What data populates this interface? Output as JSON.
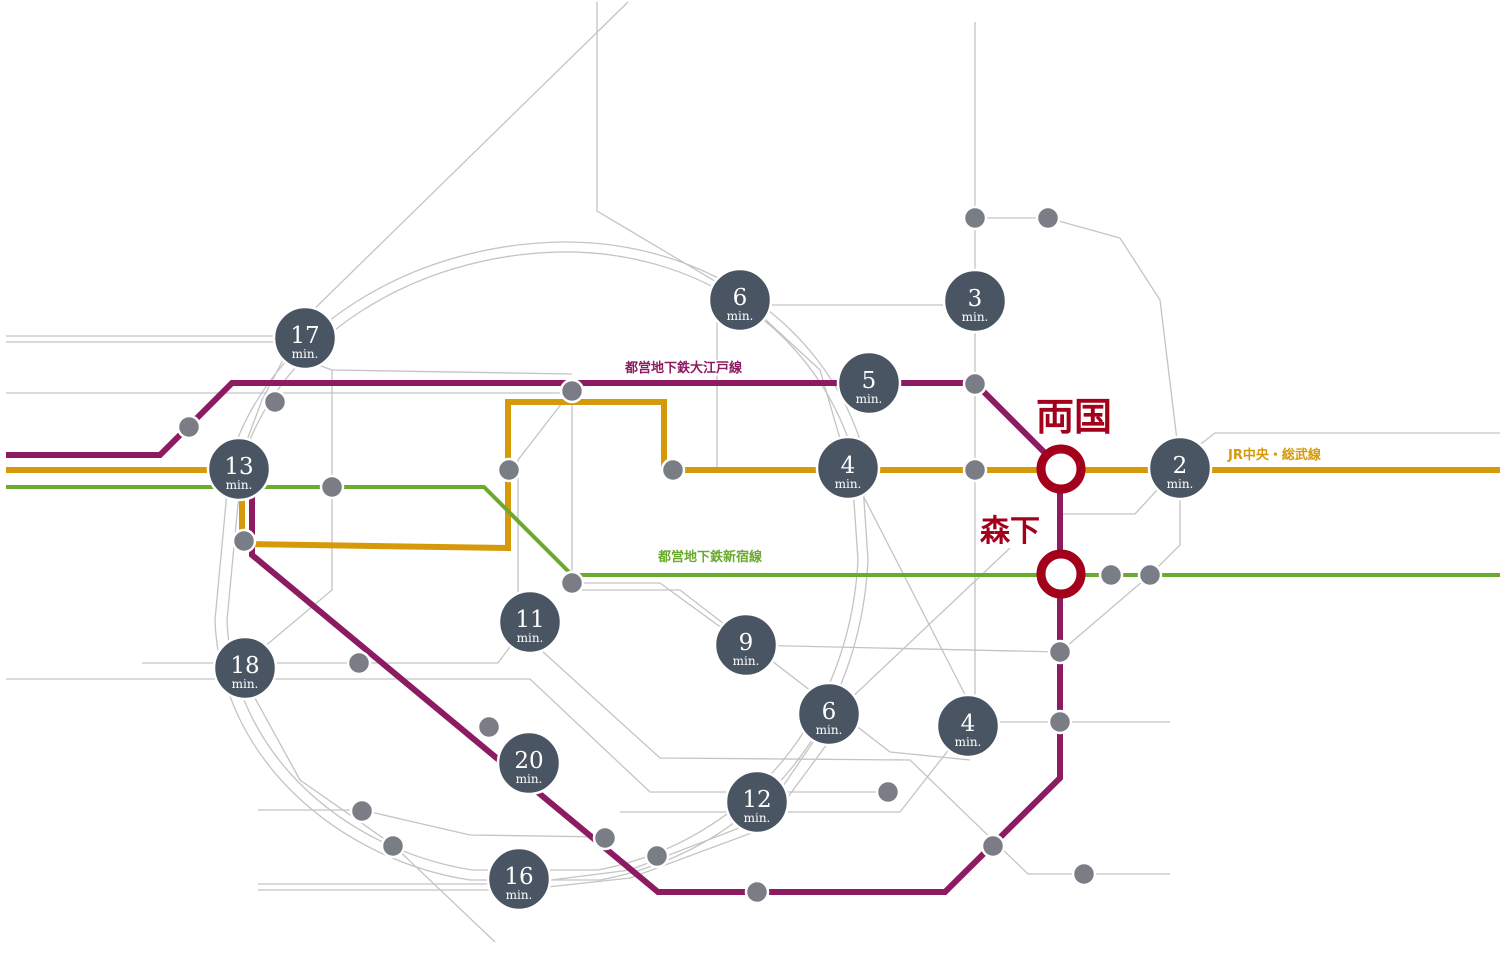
{
  "stations": {
    "ryogoku": "両国",
    "morishita": "森下"
  },
  "lines": {
    "oedo": {
      "name": "都営地下鉄大江戸線",
      "color": "#8c1b62"
    },
    "chuo_sobu": {
      "name": "JR中央・総武線",
      "color": "#d6990a"
    },
    "shinjuku": {
      "name": "都営地下鉄新宿線",
      "color": "#6aaa2c"
    }
  },
  "unit": "min.",
  "travel_times": [
    {
      "id": "t17",
      "value": "17"
    },
    {
      "id": "t6a",
      "value": "6"
    },
    {
      "id": "t3",
      "value": "3"
    },
    {
      "id": "t5",
      "value": "5"
    },
    {
      "id": "t13",
      "value": "13"
    },
    {
      "id": "t4a",
      "value": "4"
    },
    {
      "id": "t2",
      "value": "2"
    },
    {
      "id": "t11",
      "value": "11"
    },
    {
      "id": "t9",
      "value": "9"
    },
    {
      "id": "t18",
      "value": "18"
    },
    {
      "id": "t6b",
      "value": "6"
    },
    {
      "id": "t4b",
      "value": "4"
    },
    {
      "id": "t20",
      "value": "20"
    },
    {
      "id": "t12",
      "value": "12"
    },
    {
      "id": "t16",
      "value": "16"
    }
  ]
}
